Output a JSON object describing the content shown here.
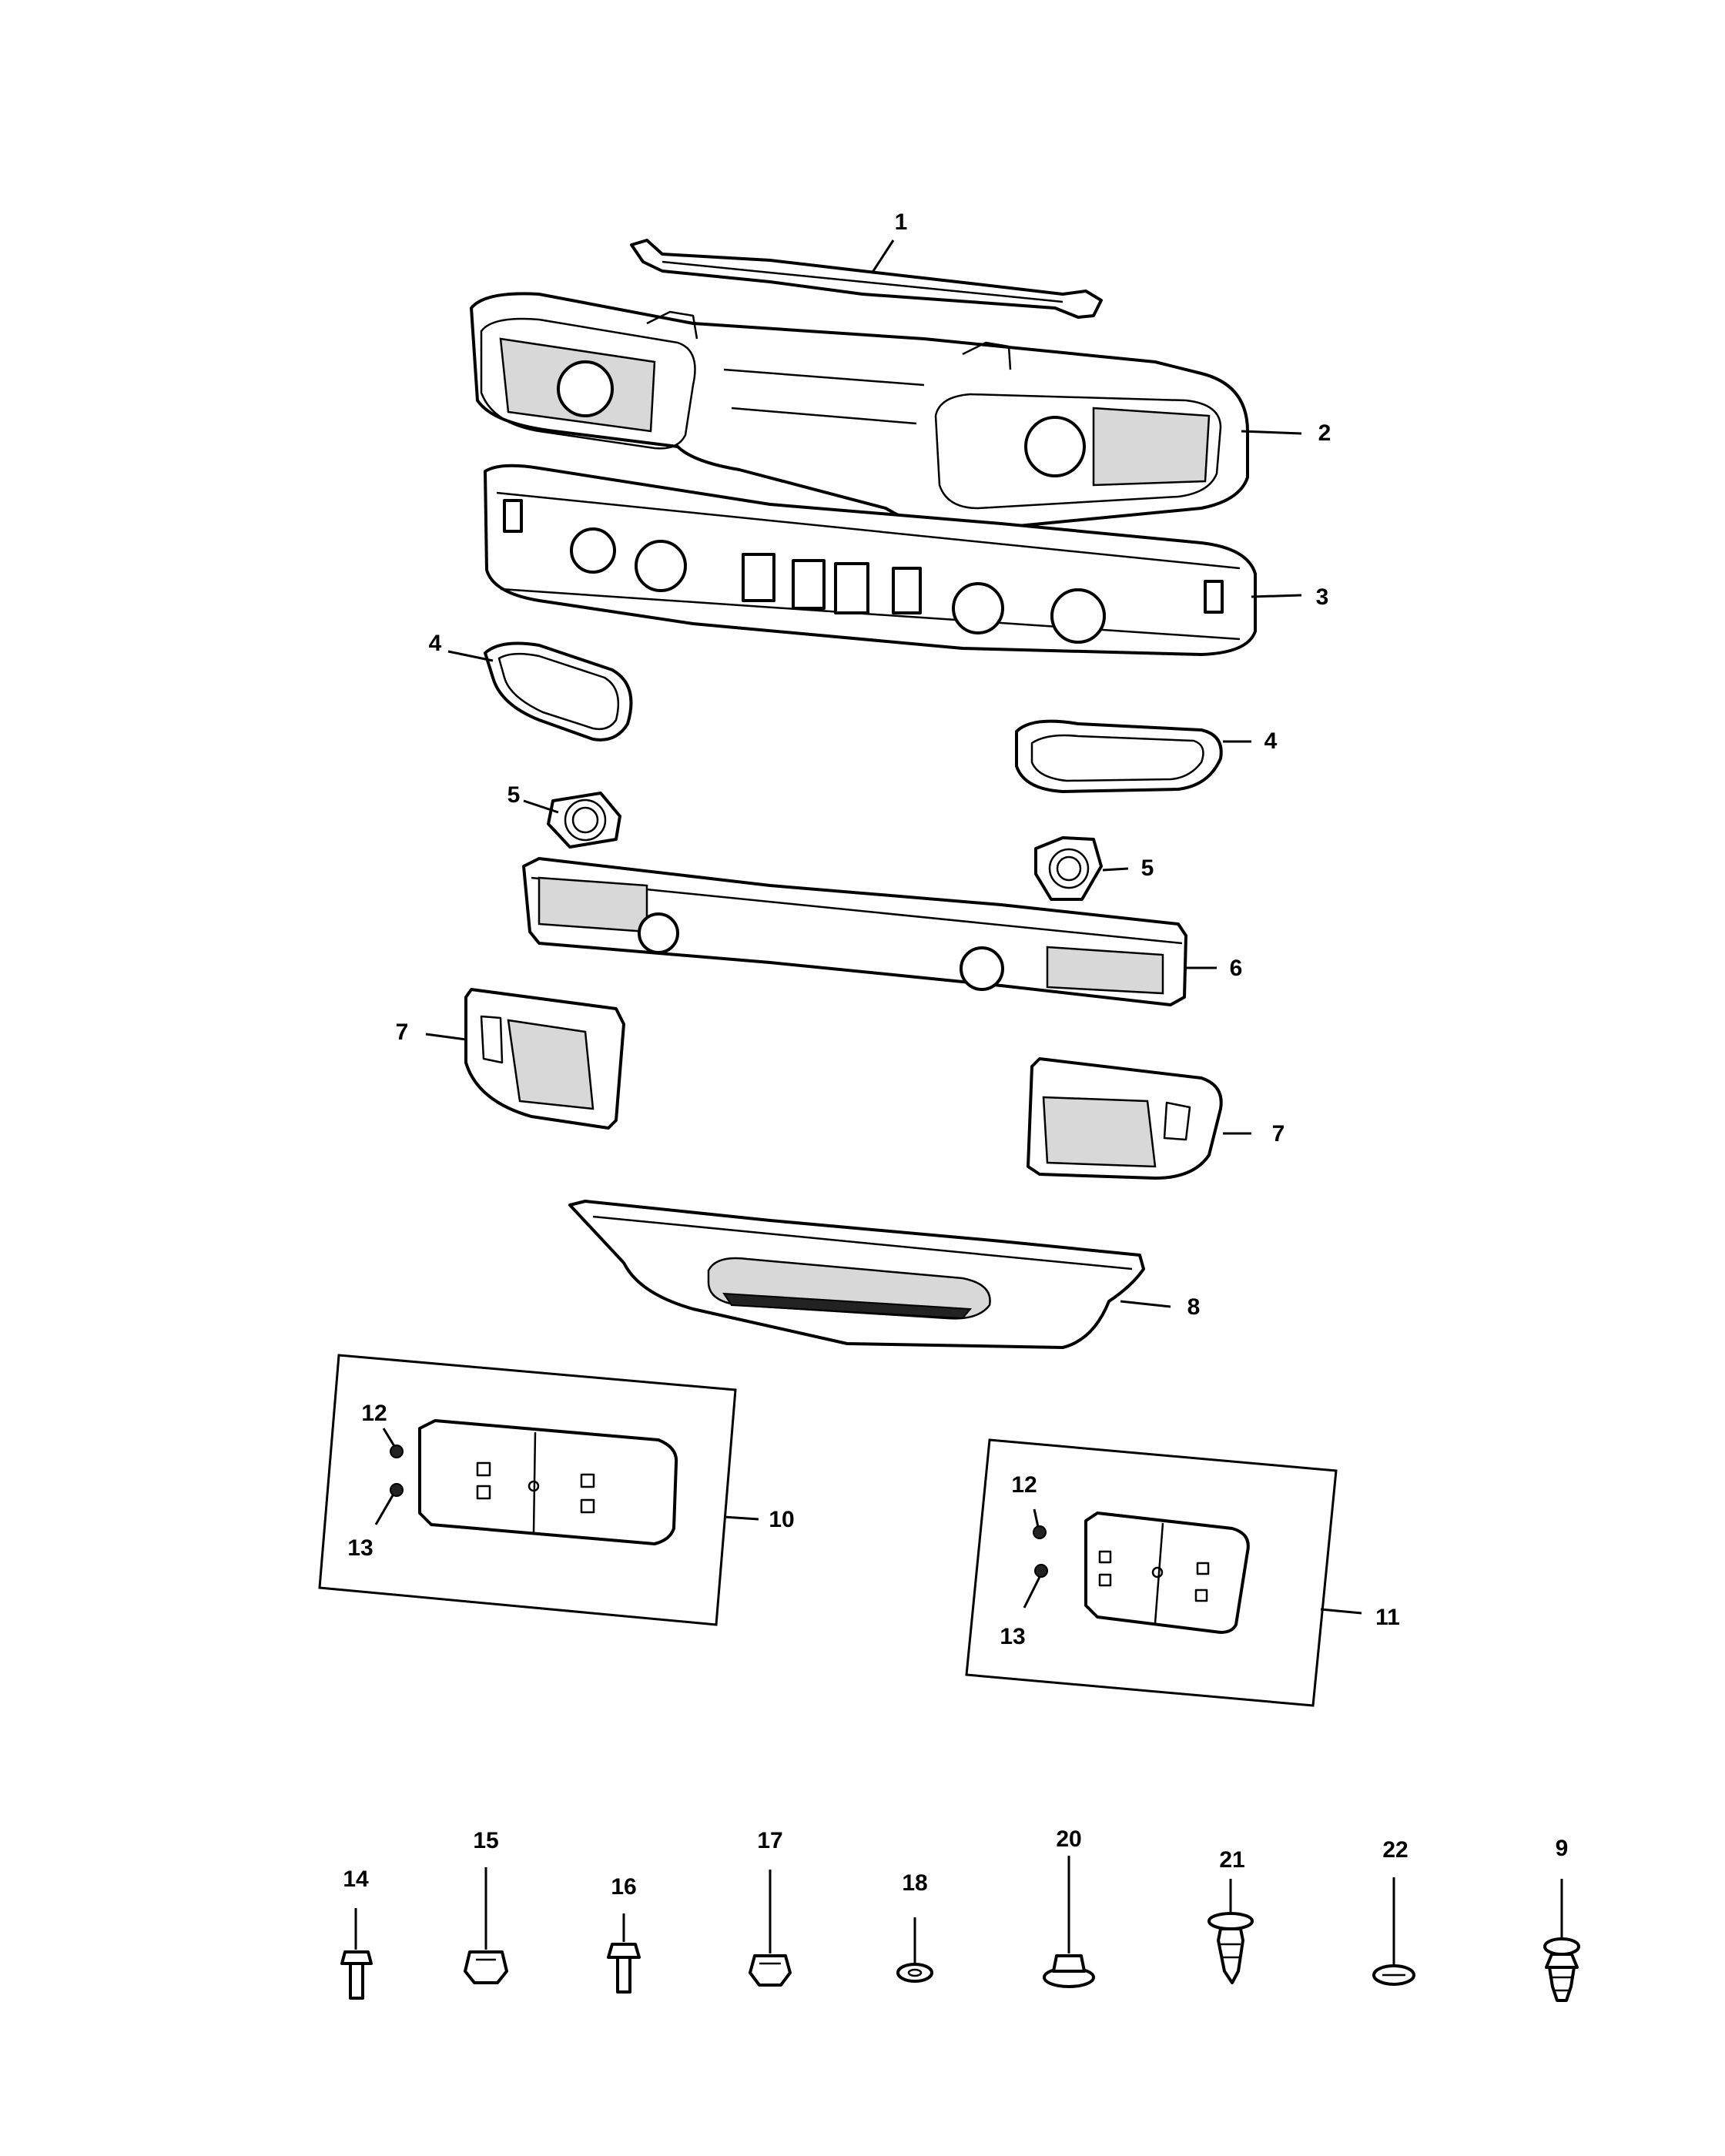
{
  "callouts": {
    "c1": "1",
    "c2": "2",
    "c3": "3",
    "c4a": "4",
    "c4b": "4",
    "c5a": "5",
    "c5b": "5",
    "c6": "6",
    "c7a": "7",
    "c7b": "7",
    "c8": "8",
    "c10": "10",
    "c11": "11",
    "c12a": "12",
    "c13a": "13",
    "c12b": "12",
    "c13b": "13",
    "c14": "14",
    "c15": "15",
    "c16": "16",
    "c17": "17",
    "c18": "18",
    "c20": "20",
    "c21": "21",
    "c22": "22",
    "c9": "9"
  }
}
